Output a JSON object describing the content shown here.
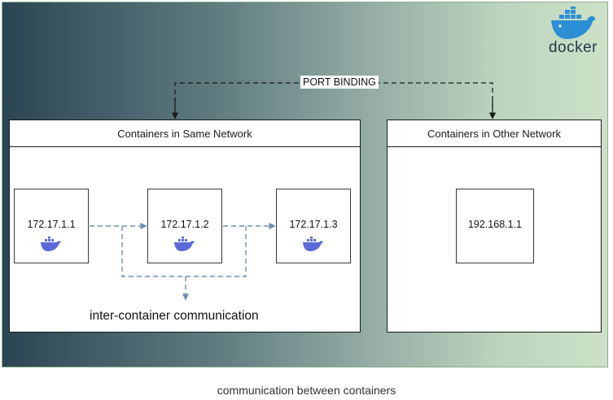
{
  "brand": {
    "logo_text": "docker"
  },
  "port_binding_label": "PORT BINDING",
  "same_network": {
    "title": "Containers in Same Network",
    "containers": [
      {
        "ip": "172.17.1.1"
      },
      {
        "ip": "172.17.1.2"
      },
      {
        "ip": "172.17.1.3"
      }
    ],
    "inter_container_label": "inter-container communication"
  },
  "other_network": {
    "title": "Containers in Other Network",
    "containers": [
      {
        "ip": "192.168.1.1"
      }
    ]
  },
  "caption": "communication between containers",
  "colors": {
    "dashed_arrow": "#6f8fb3",
    "docker_whale": "#5b6ad6",
    "border": "#1a1a1a"
  }
}
